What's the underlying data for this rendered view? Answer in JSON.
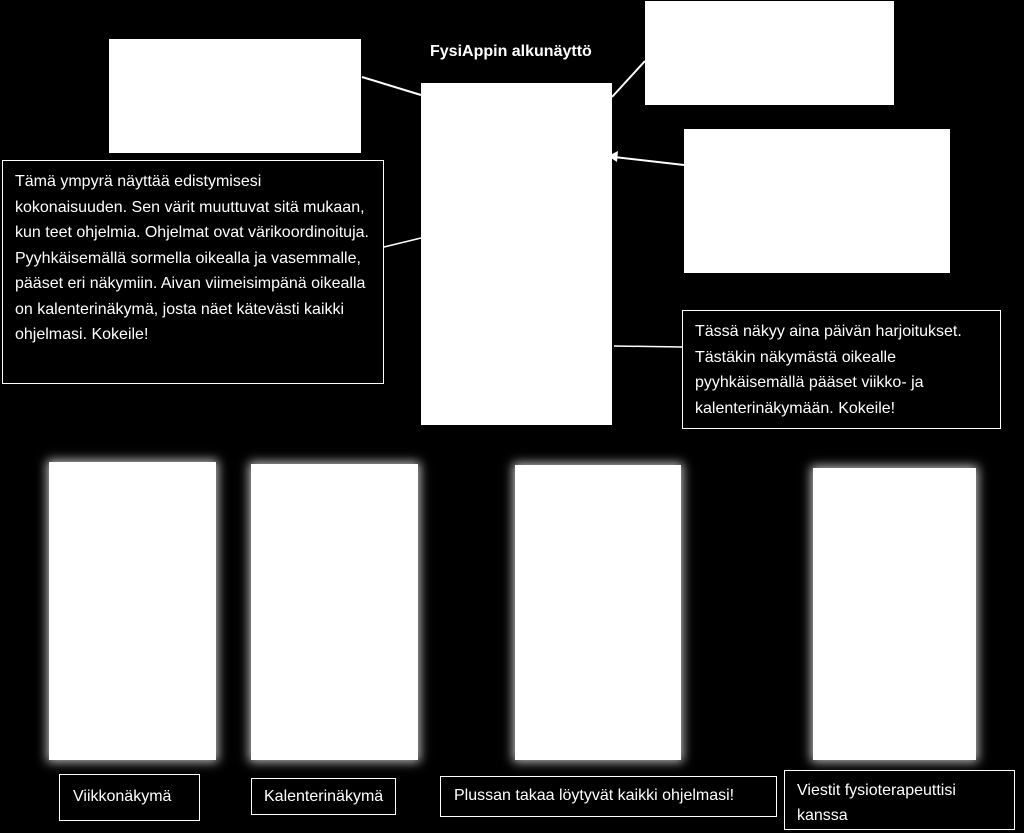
{
  "title": "FysiAppin alkunäyttö",
  "callouts": {
    "progress_circle": "Tämä ympyrä näyttää edistymisesi kokonaisuuden. Sen värit muuttuvat sitä mukaan, kun teet ohjelmia. Ohjelmat ovat värikoordinoituja. Pyyhkäisemällä sormella oikealla ja vasemmalle, pääset eri näkymiin. Aivan viimeisimpänä oikealla on kalenterinäkymä, josta näet kätevästi kaikki ohjelmasi. Kokeile!",
    "daily_exercises": "Tässä näkyy aina päivän harjoitukset. Tästäkin näkymästä oikealle pyyhkäisemällä pääset viikko- ja kalenterinäkymään. Kokeile!"
  },
  "captions": {
    "week_view": "Viikkonäkymä",
    "calendar_view": "Kalenterinäkymä",
    "all_programs": "Plussan takaa löytyvät kaikki ohjelmasi!",
    "messages": "Viestit fysioterapeuttisi kanssa"
  },
  "colors": {
    "background": "#000000",
    "foreground": "#ffffff"
  }
}
